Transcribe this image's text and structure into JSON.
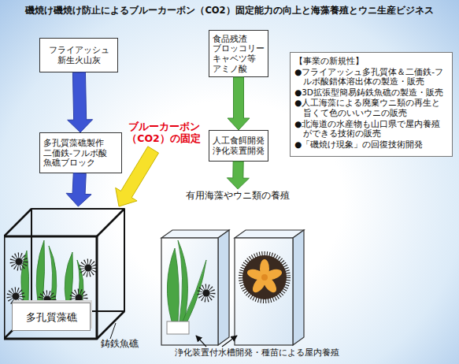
{
  "diagram": {
    "title": "磯焼け磯焼け防止によるブルーカーボン（CO2）固定能力の向上と海藻養殖とウニ生産ビジネス",
    "nodes": [
      {
        "text": [
          "フライアッシュ 新生火山灰"
        ]
      },
      {
        "text": [
          "食品残渣 ブロッコリー キャベツ等 アミノ酸"
        ]
      },
      {
        "text": [
          "【事業の新規性】",
          "●フライアッシュ多孔質体＆二価鉄-フルボ酸錯体溶出体の製造・販売",
          "●3D拡張型簡易鋳鉄魚礁の製造・販売",
          "●人工海藻による廃棄ウニ類の再生と旨くて色のいいウニの販売",
          "●北海道の水産物も山口県で屋内養殖ができる技術の販売",
          "●「磯焼け現象」の回復技術開発"
        ]
      },
      {
        "text": [
          "多孔質藻礁製作 二価鉄-フルボ酸 魚礁ブロック"
        ]
      },
      {
        "text": [
          "ブルーカーボン（CO2）の固定"
        ]
      },
      {
        "text": [
          "人工食餌開発 浄化装置開発"
        ]
      },
      {
        "text": [
          "有用海藻やウニ類の養殖"
        ]
      },
      {
        "text": [
          "鋳鉄魚礁"
        ]
      },
      {
        "text": [
          "多孔質藻礁"
        ],
        "in": 7
      }
    ],
    "edges": [
      {
        "from": 0,
        "to": 3,
        "arrow": "to"
      },
      {
        "from": 3,
        "to": 7,
        "arrow": "to"
      },
      {
        "from": 4,
        "to": 7,
        "arrow": "to"
      },
      {
        "from": 1,
        "to": 5,
        "arrow": "to"
      },
      {
        "from": 5,
        "to": 6,
        "arrow": "to"
      }
    ],
    "labels": [
      "浄化装置付水槽開発・種苗による屋内養殖"
    ]
  }
}
